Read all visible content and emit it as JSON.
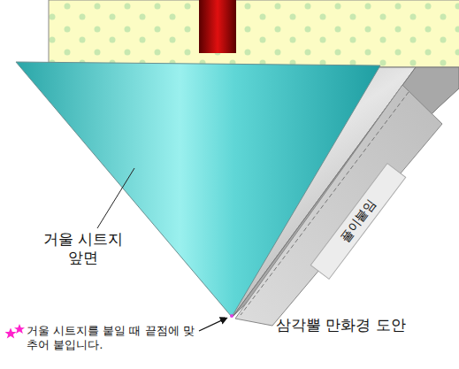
{
  "diagram": {
    "labels": [
      "거울 시트지 앞면",
      "풀이붙임",
      "삼각뿔 만화경 도안",
      "거울 시트지를 붙일 때 끝점에 맞추어 붙입니다."
    ]
  }
}
